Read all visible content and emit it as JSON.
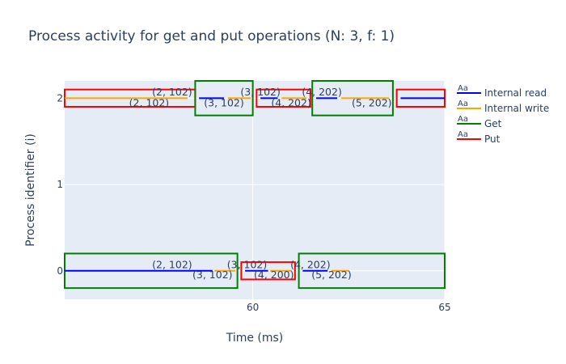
{
  "chart_data": {
    "type": "timeline",
    "title": "Process activity for get and put operations (N: 3, f: 1)",
    "xlabel": "Time (ms)",
    "ylabel": "Process identifier (i)",
    "xlim": [
      55.1,
      65.0
    ],
    "ylim": [
      -0.33,
      2.2
    ],
    "x_ticks": [
      60,
      65
    ],
    "y_ticks": [
      0,
      1,
      2
    ],
    "grid": true,
    "legend_position": "right",
    "colors": {
      "plot_bg": "#e5ecf6",
      "grid": "#ffffff",
      "internal_read": "#0000ff",
      "internal_write": "#ffa500",
      "get": "#008000",
      "put": "#ff0000"
    },
    "legend": [
      {
        "key": "internal_read",
        "label": "Internal read"
      },
      {
        "key": "internal_write",
        "label": "Internal write"
      },
      {
        "key": "get",
        "label": "Get"
      },
      {
        "key": "put",
        "label": "Put"
      }
    ],
    "legend_marker_text": "Aa",
    "boxes": [
      {
        "kind": "put",
        "x0": 55.1,
        "x1": 58.5,
        "y0": 1.9,
        "y1": 2.1
      },
      {
        "kind": "get",
        "x0": 58.5,
        "x1": 60.0,
        "y0": 1.8,
        "y1": 2.2
      },
      {
        "kind": "put",
        "x0": 60.1,
        "x1": 61.5,
        "y0": 1.9,
        "y1": 2.1
      },
      {
        "kind": "get",
        "x0": 61.55,
        "x1": 63.65,
        "y0": 1.8,
        "y1": 2.2
      },
      {
        "kind": "put",
        "x0": 63.75,
        "x1": 65.0,
        "y0": 1.9,
        "y1": 2.1
      },
      {
        "kind": "get",
        "x0": 55.1,
        "x1": 59.6,
        "y0": -0.2,
        "y1": 0.2
      },
      {
        "kind": "put",
        "x0": 59.7,
        "x1": 61.1,
        "y0": -0.1,
        "y1": 0.1
      },
      {
        "kind": "get",
        "x0": 61.2,
        "x1": 65.0,
        "y0": -0.2,
        "y1": 0.2
      }
    ],
    "segments": [
      {
        "kind": "internal_write",
        "x0": 55.1,
        "x1": 58.3,
        "y": 2
      },
      {
        "kind": "internal_read",
        "x0": 58.6,
        "x1": 59.25,
        "y": 2
      },
      {
        "kind": "internal_write",
        "x0": 59.35,
        "x1": 59.95,
        "y": 2
      },
      {
        "kind": "internal_read",
        "x0": 60.2,
        "x1": 60.65,
        "y": 2
      },
      {
        "kind": "internal_write",
        "x0": 60.75,
        "x1": 61.4,
        "y": 2
      },
      {
        "kind": "internal_read",
        "x0": 61.65,
        "x1": 62.2,
        "y": 2
      },
      {
        "kind": "internal_write",
        "x0": 62.3,
        "x1": 63.55,
        "y": 2
      },
      {
        "kind": "internal_read",
        "x0": 63.85,
        "x1": 65.0,
        "y": 2
      },
      {
        "kind": "internal_read",
        "x0": 55.1,
        "x1": 58.95,
        "y": 0
      },
      {
        "kind": "internal_write",
        "x0": 59.0,
        "x1": 59.55,
        "y": 0
      },
      {
        "kind": "internal_read",
        "x0": 59.8,
        "x1": 60.4,
        "y": 0
      },
      {
        "kind": "internal_write",
        "x0": 60.45,
        "x1": 61.0,
        "y": 0
      },
      {
        "kind": "internal_read",
        "x0": 61.3,
        "x1": 61.95,
        "y": 0
      },
      {
        "kind": "internal_write",
        "x0": 62.05,
        "x1": 62.5,
        "y": 0
      }
    ],
    "annotations": [
      {
        "text": "(2, 102)",
        "x": 57.9,
        "y": 2.07,
        "anchor": "middle"
      },
      {
        "text": "(2, 102)",
        "x": 57.3,
        "y": 1.94,
        "anchor": "middle"
      },
      {
        "text": "(3, 102)",
        "x": 59.25,
        "y": 1.94,
        "anchor": "middle"
      },
      {
        "text": "(3, 102)",
        "x": 60.2,
        "y": 2.07,
        "anchor": "middle"
      },
      {
        "text": "(4, 202)",
        "x": 61.0,
        "y": 1.94,
        "anchor": "middle"
      },
      {
        "text": "(4, 202)",
        "x": 61.8,
        "y": 2.07,
        "anchor": "middle"
      },
      {
        "text": "(5, 202)",
        "x": 63.1,
        "y": 1.94,
        "anchor": "middle"
      },
      {
        "text": "(2, 102)",
        "x": 57.9,
        "y": 0.07,
        "anchor": "middle"
      },
      {
        "text": "(3, 102)",
        "x": 58.95,
        "y": -0.05,
        "anchor": "middle"
      },
      {
        "text": "(3, 102)",
        "x": 59.85,
        "y": 0.07,
        "anchor": "middle"
      },
      {
        "text": "(4, 200)",
        "x": 60.55,
        "y": -0.05,
        "anchor": "middle"
      },
      {
        "text": "(4, 202)",
        "x": 61.5,
        "y": 0.07,
        "anchor": "middle"
      },
      {
        "text": "(5, 202)",
        "x": 62.05,
        "y": -0.05,
        "anchor": "middle"
      }
    ]
  }
}
